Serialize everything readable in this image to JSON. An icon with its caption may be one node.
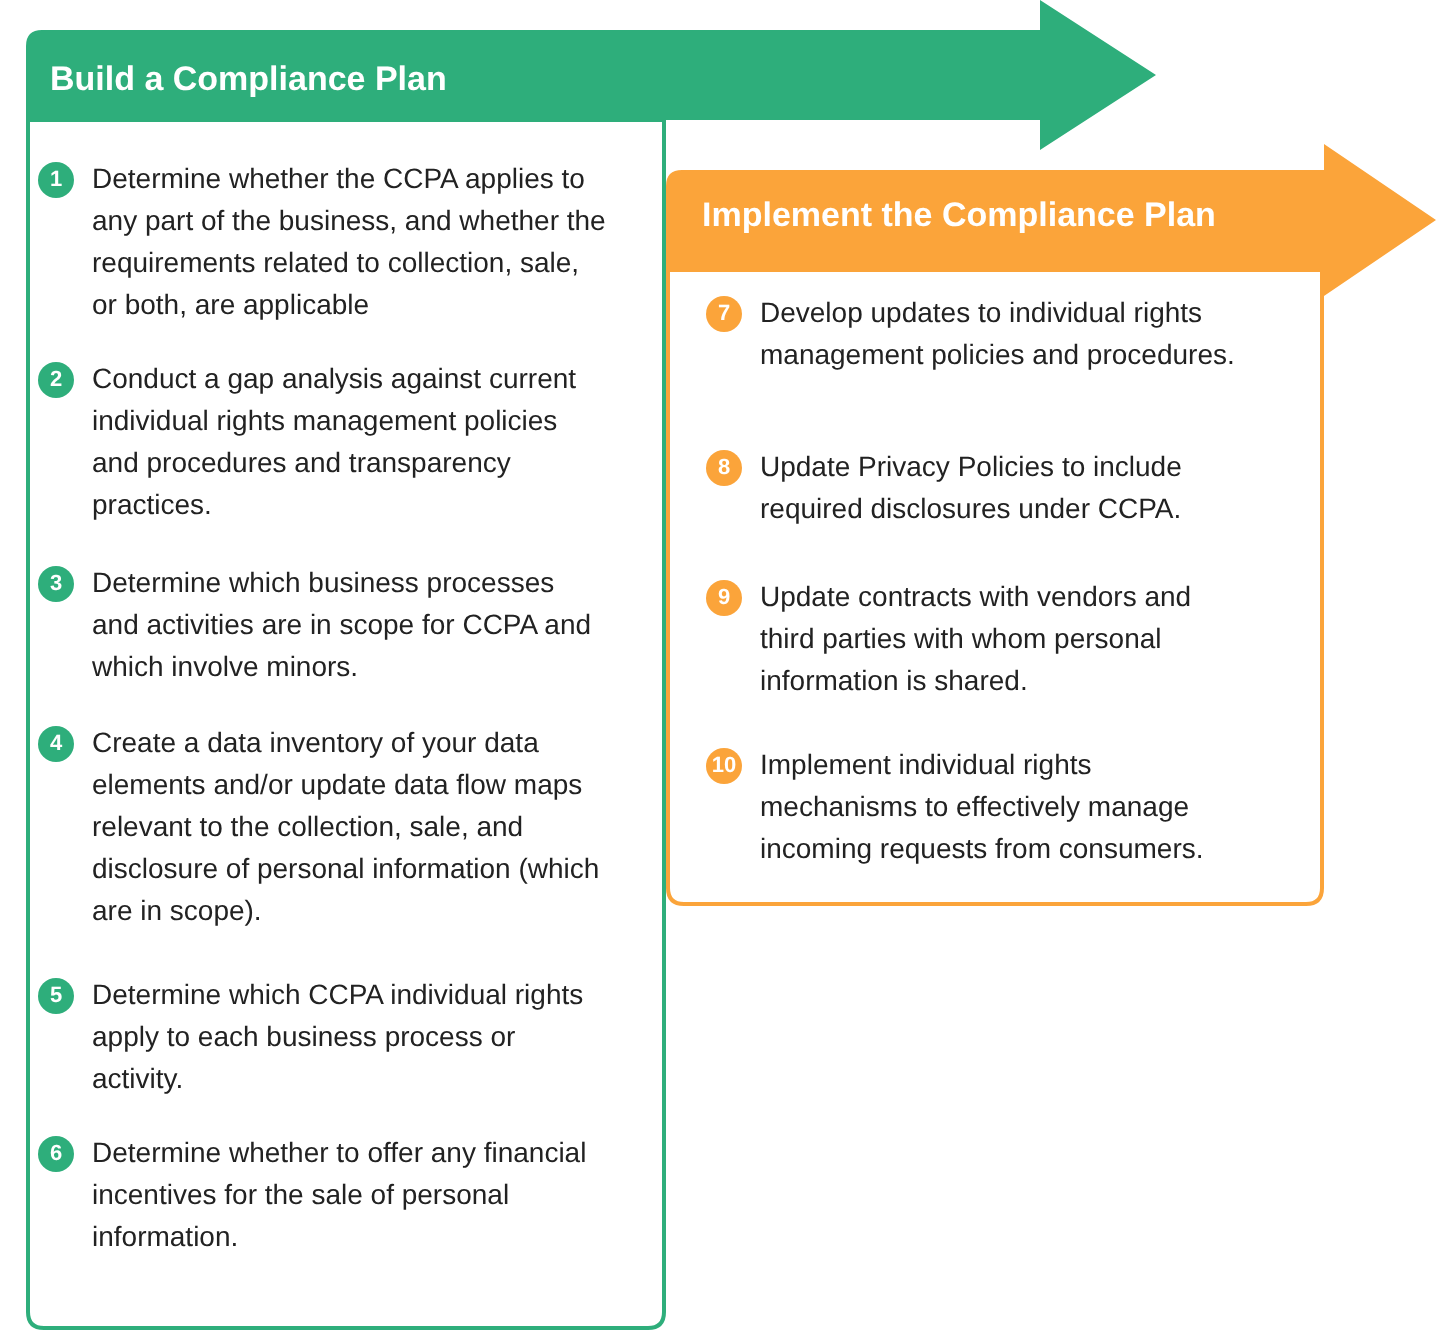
{
  "diagram": {
    "nodes": [
      {
        "text": [
          "Build a Compliance Plan"
        ]
      },
      {
        "text": [
          "1",
          "Determine whether the CCPA applies to any part of the business, and whether the requirements related to collection, sale, or both, are applicable"
        ],
        "in": 0
      },
      {
        "text": [
          "2",
          "Conduct a gap analysis against current individual rights management policies and procedures and transparency practices."
        ],
        "in": 0
      },
      {
        "text": [
          "3",
          "Determine which business processes and activities are in scope for CCPA and which involve minors."
        ],
        "in": 0
      },
      {
        "text": [
          "4",
          "Create a data inventory of your data elements and/or update data flow maps relevant to the collection, sale, and disclosure of personal information (which are in scope)."
        ],
        "in": 0
      },
      {
        "text": [
          "5",
          "Determine which CCPA individual rights apply to each business process or activity."
        ],
        "in": 0
      },
      {
        "text": [
          "6",
          "Determine whether to offer any financial incentives for the sale of personal information."
        ],
        "in": 0
      },
      {
        "text": [
          "Implement the Compliance Plan"
        ]
      },
      {
        "text": [
          "7",
          "Develop updates to individual rights management policies and procedures."
        ],
        "in": 7
      },
      {
        "text": [
          "8",
          "Update Privacy Policies to include required disclosures under CCPA."
        ],
        "in": 7
      },
      {
        "text": [
          "9",
          "Update contracts with vendors and third parties with whom personal information is shared."
        ],
        "in": 7
      },
      {
        "text": [
          "10",
          "Implement individual rights mechanisms to effectively manage incoming requests from consumers."
        ],
        "in": 7
      }
    ]
  }
}
